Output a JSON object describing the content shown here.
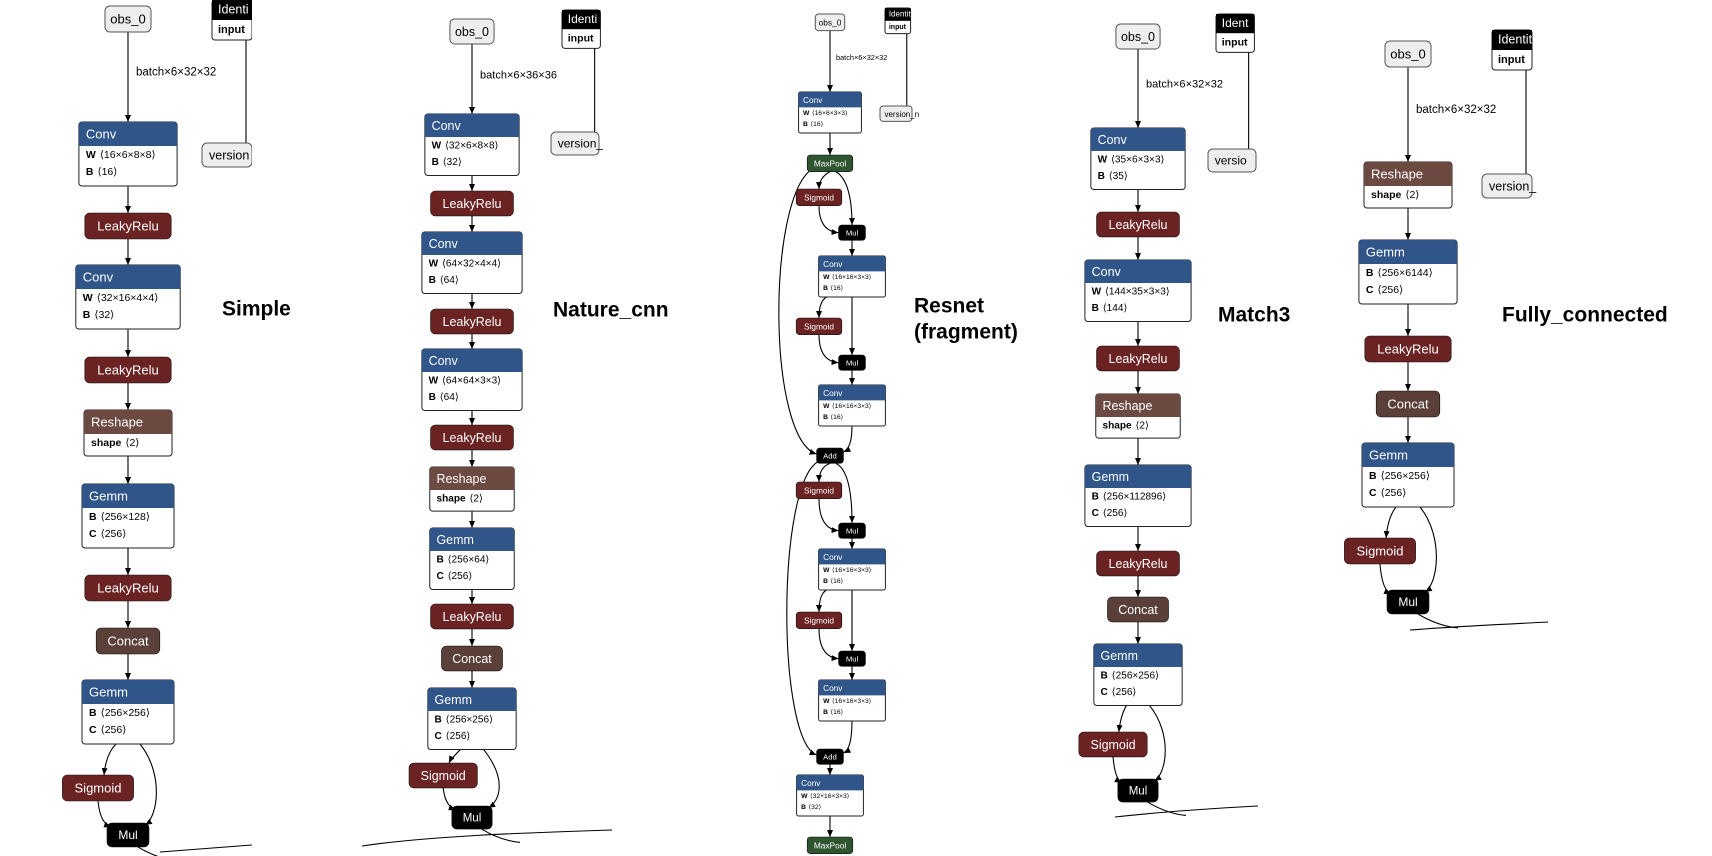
{
  "colors": {
    "conv": "#2f5589",
    "activation": "#6b2222",
    "reshape": "#6c4a42",
    "concat": "#5a4038",
    "maxpool": "#2e5530",
    "dark": "#000000",
    "input_fill": "#eeeeee",
    "edge": "#000000"
  },
  "diagrams": [
    {
      "id": "simple",
      "title": [
        "Simple"
      ],
      "identity_label": "Identi",
      "identity_input": "input",
      "version_label": "version",
      "input_node": "obs_0",
      "edge_label": "batch×6×32×32",
      "nodes": [
        {
          "type": "conv",
          "name": "Conv",
          "attrs": [
            [
              "W",
              "⟨16×6×8×8⟩"
            ],
            [
              "B",
              "⟨16⟩"
            ]
          ]
        },
        {
          "type": "act",
          "name": "LeakyRelu"
        },
        {
          "type": "conv",
          "name": "Conv",
          "attrs": [
            [
              "W",
              "⟨32×16×4×4⟩"
            ],
            [
              "B",
              "⟨32⟩"
            ]
          ]
        },
        {
          "type": "act",
          "name": "LeakyRelu"
        },
        {
          "type": "reshape",
          "name": "Reshape",
          "attrs": [
            [
              "shape",
              "⟨2⟩"
            ]
          ]
        },
        {
          "type": "conv",
          "name": "Gemm",
          "attrs": [
            [
              "B",
              "⟨256×128⟩"
            ],
            [
              "C",
              "⟨256⟩"
            ]
          ]
        },
        {
          "type": "act",
          "name": "LeakyRelu"
        },
        {
          "type": "concat",
          "name": "Concat"
        },
        {
          "type": "conv",
          "name": "Gemm",
          "attrs": [
            [
              "B",
              "⟨256×256⟩"
            ],
            [
              "C",
              "⟨256⟩"
            ]
          ]
        },
        {
          "type": "act",
          "name": "Sigmoid"
        },
        {
          "type": "dark",
          "name": "Mul"
        }
      ]
    },
    {
      "id": "nature_cnn",
      "title": [
        "Nature_cnn"
      ],
      "identity_label": "Identi",
      "identity_input": "input",
      "version_label": "version_",
      "input_node": "obs_0",
      "edge_label": "batch×6×36×36",
      "nodes": [
        {
          "type": "conv",
          "name": "Conv",
          "attrs": [
            [
              "W",
              "⟨32×6×8×8⟩"
            ],
            [
              "B",
              "⟨32⟩"
            ]
          ]
        },
        {
          "type": "act",
          "name": "LeakyRelu"
        },
        {
          "type": "conv",
          "name": "Conv",
          "attrs": [
            [
              "W",
              "⟨64×32×4×4⟩"
            ],
            [
              "B",
              "⟨64⟩"
            ]
          ]
        },
        {
          "type": "act",
          "name": "LeakyRelu"
        },
        {
          "type": "conv",
          "name": "Conv",
          "attrs": [
            [
              "W",
              "⟨64×64×3×3⟩"
            ],
            [
              "B",
              "⟨64⟩"
            ]
          ]
        },
        {
          "type": "act",
          "name": "LeakyRelu"
        },
        {
          "type": "reshape",
          "name": "Reshape",
          "attrs": [
            [
              "shape",
              "⟨2⟩"
            ]
          ]
        },
        {
          "type": "conv",
          "name": "Gemm",
          "attrs": [
            [
              "B",
              "⟨256×64⟩"
            ],
            [
              "C",
              "⟨256⟩"
            ]
          ]
        },
        {
          "type": "act",
          "name": "LeakyRelu"
        },
        {
          "type": "concat",
          "name": "Concat"
        },
        {
          "type": "conv",
          "name": "Gemm",
          "attrs": [
            [
              "B",
              "⟨256×256⟩"
            ],
            [
              "C",
              "⟨256⟩"
            ]
          ]
        },
        {
          "type": "act",
          "name": "Sigmoid"
        },
        {
          "type": "dark",
          "name": "Mul"
        }
      ]
    },
    {
      "id": "resnet",
      "title": [
        "Resnet",
        "(fragment)"
      ],
      "identity_label": "Identity",
      "identity_input": "input",
      "version_label": "version_n",
      "input_node": "obs_0",
      "edge_label": "batch×6×32×32",
      "nodes": [
        {
          "type": "conv",
          "name": "Conv",
          "attrs": [
            [
              "W",
              "⟨16×6×3×3⟩"
            ],
            [
              "B",
              "⟨16⟩"
            ]
          ]
        },
        {
          "type": "maxpool",
          "name": "MaxPool"
        },
        {
          "type": "act",
          "name": "Sigmoid"
        },
        {
          "type": "dark",
          "name": "Mul"
        },
        {
          "type": "conv",
          "name": "Conv",
          "attrs": [
            [
              "W",
              "⟨16×16×3×3⟩"
            ],
            [
              "B",
              "⟨16⟩"
            ]
          ]
        },
        {
          "type": "act",
          "name": "Sigmoid"
        },
        {
          "type": "dark",
          "name": "Mul"
        },
        {
          "type": "conv",
          "name": "Conv",
          "attrs": [
            [
              "W",
              "⟨16×16×3×3⟩"
            ],
            [
              "B",
              "⟨16⟩"
            ]
          ]
        },
        {
          "type": "dark",
          "name": "Add"
        },
        {
          "type": "act",
          "name": "Sigmoid"
        },
        {
          "type": "dark",
          "name": "Mul"
        },
        {
          "type": "conv",
          "name": "Conv",
          "attrs": [
            [
              "W",
              "⟨16×16×3×3⟩"
            ],
            [
              "B",
              "⟨16⟩"
            ]
          ]
        },
        {
          "type": "act",
          "name": "Sigmoid"
        },
        {
          "type": "dark",
          "name": "Mul"
        },
        {
          "type": "conv",
          "name": "Conv",
          "attrs": [
            [
              "W",
              "⟨16×16×3×3⟩"
            ],
            [
              "B",
              "⟨16⟩"
            ]
          ]
        },
        {
          "type": "dark",
          "name": "Add"
        },
        {
          "type": "conv",
          "name": "Conv",
          "attrs": [
            [
              "W",
              "⟨32×16×3×3⟩"
            ],
            [
              "B",
              "⟨32⟩"
            ]
          ]
        },
        {
          "type": "maxpool",
          "name": "MaxPool"
        }
      ]
    },
    {
      "id": "match3",
      "title": [
        "Match3"
      ],
      "identity_label": "Ident",
      "identity_input": "input",
      "version_label": "versio",
      "input_node": "obs_0",
      "edge_label": "batch×6×32×32",
      "nodes": [
        {
          "type": "conv",
          "name": "Conv",
          "attrs": [
            [
              "W",
              "⟨35×6×3×3⟩"
            ],
            [
              "B",
              "⟨35⟩"
            ]
          ]
        },
        {
          "type": "act",
          "name": "LeakyRelu"
        },
        {
          "type": "conv",
          "name": "Conv",
          "attrs": [
            [
              "W",
              "⟨144×35×3×3⟩"
            ],
            [
              "B",
              "⟨144⟩"
            ]
          ]
        },
        {
          "type": "act",
          "name": "LeakyRelu"
        },
        {
          "type": "reshape",
          "name": "Reshape",
          "attrs": [
            [
              "shape",
              "⟨2⟩"
            ]
          ]
        },
        {
          "type": "conv",
          "name": "Gemm",
          "attrs": [
            [
              "B",
              "⟨256×112896⟩"
            ],
            [
              "C",
              "⟨256⟩"
            ]
          ]
        },
        {
          "type": "act",
          "name": "LeakyRelu"
        },
        {
          "type": "concat",
          "name": "Concat"
        },
        {
          "type": "conv",
          "name": "Gemm",
          "attrs": [
            [
              "B",
              "⟨256×256⟩"
            ],
            [
              "C",
              "⟨256⟩"
            ]
          ]
        },
        {
          "type": "act",
          "name": "Sigmoid"
        },
        {
          "type": "dark",
          "name": "Mul"
        }
      ]
    },
    {
      "id": "fully_connected",
      "title": [
        "Fully_connected"
      ],
      "identity_label": "Identit",
      "identity_input": "input",
      "version_label": "version_",
      "input_node": "obs_0",
      "edge_label": "batch×6×32×32",
      "nodes": [
        {
          "type": "reshape",
          "name": "Reshape",
          "attrs": [
            [
              "shape",
              "⟨2⟩"
            ]
          ]
        },
        {
          "type": "conv",
          "name": "Gemm",
          "attrs": [
            [
              "B",
              "⟨256×6144⟩"
            ],
            [
              "C",
              "⟨256⟩"
            ]
          ]
        },
        {
          "type": "act",
          "name": "LeakyRelu"
        },
        {
          "type": "concat",
          "name": "Concat"
        },
        {
          "type": "conv",
          "name": "Gemm",
          "attrs": [
            [
              "B",
              "⟨256×256⟩"
            ],
            [
              "C",
              "⟨256⟩"
            ]
          ]
        },
        {
          "type": "act",
          "name": "Sigmoid"
        },
        {
          "type": "dark",
          "name": "Mul"
        }
      ]
    }
  ]
}
